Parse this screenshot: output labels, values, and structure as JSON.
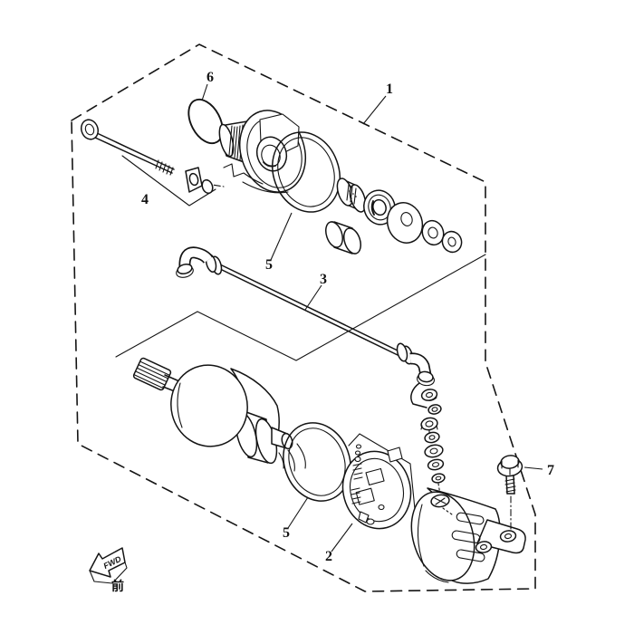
{
  "figure": {
    "background": "#ffffff",
    "line_color": "#141414",
    "border_style": "dashed"
  },
  "callouts": [
    {
      "name": "o-ring-small",
      "label": "6"
    },
    {
      "name": "starting-motor-assembly",
      "label": "1"
    },
    {
      "name": "bolt-with-stay",
      "label": "4"
    },
    {
      "name": "o-ring-front",
      "label": "5"
    },
    {
      "name": "through-bolt",
      "label": "3"
    },
    {
      "name": "o-ring-rear",
      "label": "5"
    },
    {
      "name": "brush-plate",
      "label": "2"
    },
    {
      "name": "flange-bolt",
      "label": "7"
    }
  ],
  "direction_marker": {
    "label": "FWD",
    "kanji": "前"
  }
}
